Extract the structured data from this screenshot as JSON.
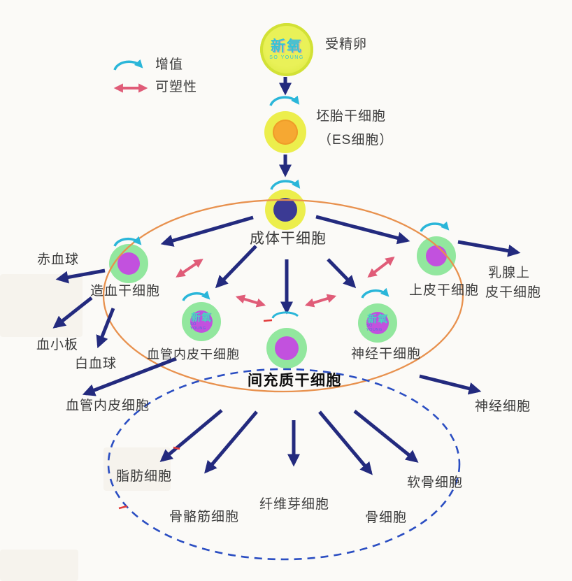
{
  "legend": {
    "proliferation_label": "增值",
    "plasticity_label": "可塑性"
  },
  "watermark": {
    "brand": "新氧",
    "brand_sub": "SO YOUNG"
  },
  "nodes": {
    "fertilized_egg": "受精卵",
    "embryonic_line1": "坯胎干细胞",
    "embryonic_line2": "（ES细胞）",
    "adult": "成体干细胞",
    "hematopoietic": "造血干细胞",
    "vascular_endothelial": "血管内皮干细胞",
    "mesenchymal": "间充质干细胞",
    "neural": "神经干细胞",
    "epithelial": "上皮干细胞"
  },
  "differentiated": {
    "red_blood_cell": "赤血球",
    "platelet": "血小板",
    "white_blood_cell": "白血球",
    "vascular_endothelial_cell": "血管内皮细胞",
    "mammary_line1": "乳腺上",
    "mammary_line2": "皮干细胞",
    "nerve_cell": "神经细胞",
    "fat_cell": "脂肪细胞",
    "skeletal_muscle_cell": "骨骼筋细胞",
    "fibroblast": "纤维芽细胞",
    "bone_cell": "骨细胞",
    "cartilage_cell": "软骨细胞"
  },
  "colors": {
    "arrow_navy": "#232a7e",
    "proliferation_cyan": "#2ab6d9",
    "plasticity_pink": "#e05c78",
    "lineage_boundary_orange": "#e8914e",
    "mesenchymal_boundary_blue": "#2b4ec2",
    "stem_outer_green": "#92e79e",
    "stem_core_purple": "#c251de",
    "egg_yellow": "#e3ea4b",
    "es_core_orange": "#f6a832",
    "adult_core_navy": "#3b3a94"
  }
}
